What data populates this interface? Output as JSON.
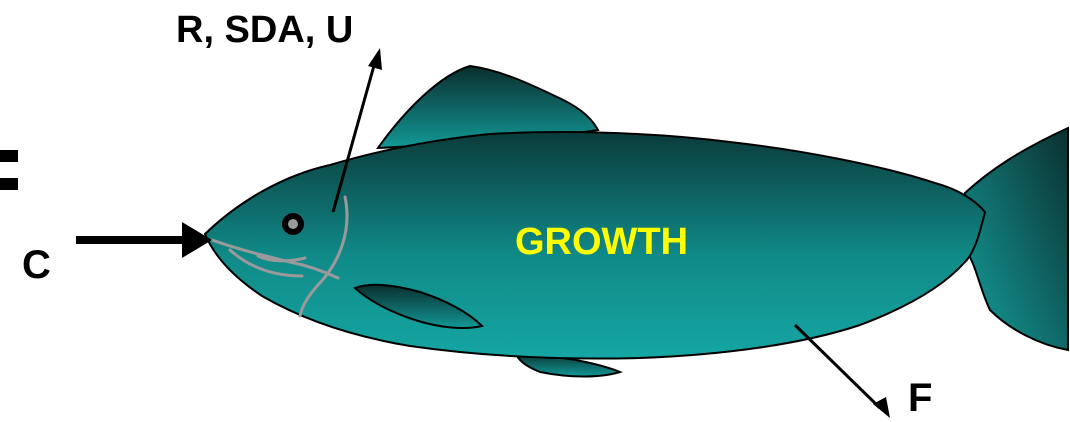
{
  "diagram": {
    "labels": {
      "consumption": "C",
      "losses_top": "R, SDA, U",
      "growth": "GROWTH",
      "feces": "F"
    },
    "colors": {
      "background": "#ffffff",
      "fish_dark": "#0b3b3b",
      "fish_light": "#14a3a0",
      "outline": "#000000",
      "growth_text": "#ffff00",
      "gill_lines": "#9a9a9a"
    }
  }
}
